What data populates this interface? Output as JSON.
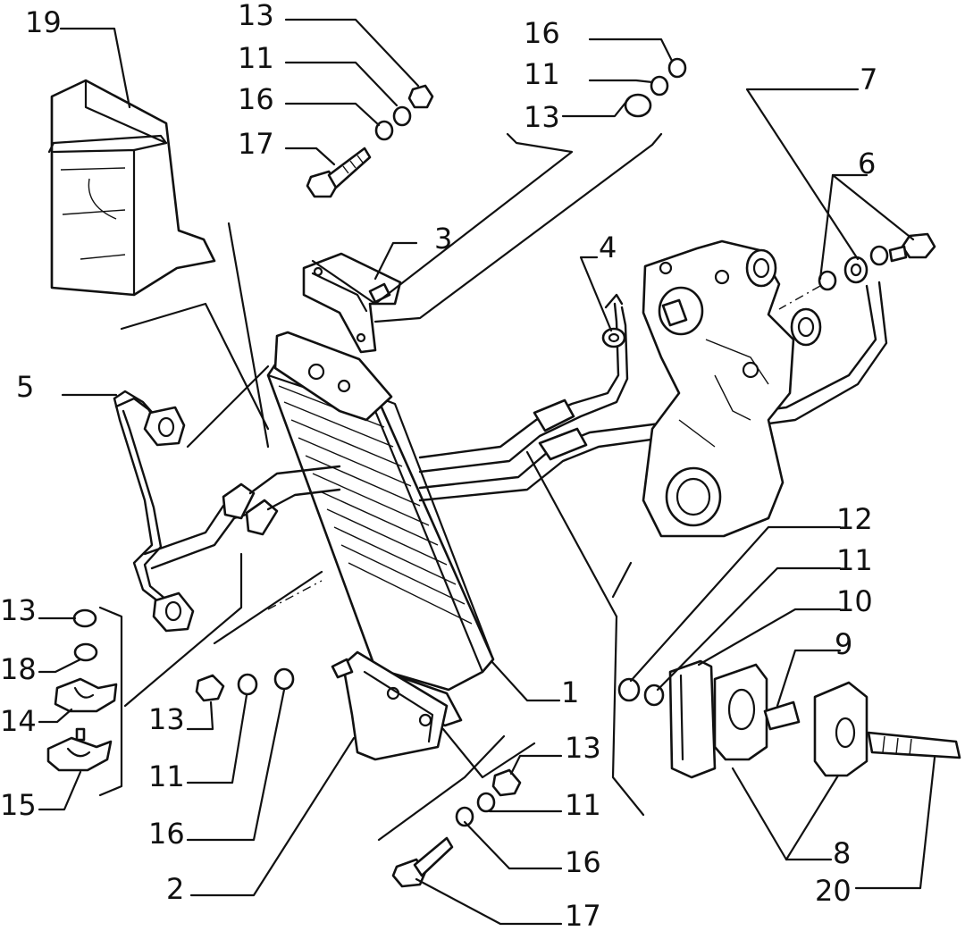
{
  "callouts": [
    {
      "id": "c19a",
      "label": "19"
    },
    {
      "id": "c13a",
      "label": "13"
    },
    {
      "id": "c11a",
      "label": "11"
    },
    {
      "id": "c16a",
      "label": "16"
    },
    {
      "id": "c17a",
      "label": "17"
    },
    {
      "id": "c16b",
      "label": "16"
    },
    {
      "id": "c11b",
      "label": "11"
    },
    {
      "id": "c13b",
      "label": "13"
    },
    {
      "id": "c7",
      "label": "7"
    },
    {
      "id": "c6",
      "label": "6"
    },
    {
      "id": "c3",
      "label": "3"
    },
    {
      "id": "c4",
      "label": "4"
    },
    {
      "id": "c5",
      "label": "5"
    },
    {
      "id": "c12",
      "label": "12"
    },
    {
      "id": "c11c",
      "label": "11"
    },
    {
      "id": "c10",
      "label": "10"
    },
    {
      "id": "c9",
      "label": "9"
    },
    {
      "id": "c1",
      "label": "1"
    },
    {
      "id": "c13c",
      "label": "13"
    },
    {
      "id": "c18",
      "label": "18"
    },
    {
      "id": "c14",
      "label": "14"
    },
    {
      "id": "c15",
      "label": "15"
    },
    {
      "id": "c13d",
      "label": "13"
    },
    {
      "id": "c11d",
      "label": "11"
    },
    {
      "id": "c16c",
      "label": "16"
    },
    {
      "id": "c2",
      "label": "2"
    },
    {
      "id": "c13e",
      "label": "13"
    },
    {
      "id": "c11e",
      "label": "11"
    },
    {
      "id": "c16d",
      "label": "16"
    },
    {
      "id": "c17b",
      "label": "17"
    },
    {
      "id": "c8",
      "label": "8"
    },
    {
      "id": "c20",
      "label": "20"
    }
  ]
}
